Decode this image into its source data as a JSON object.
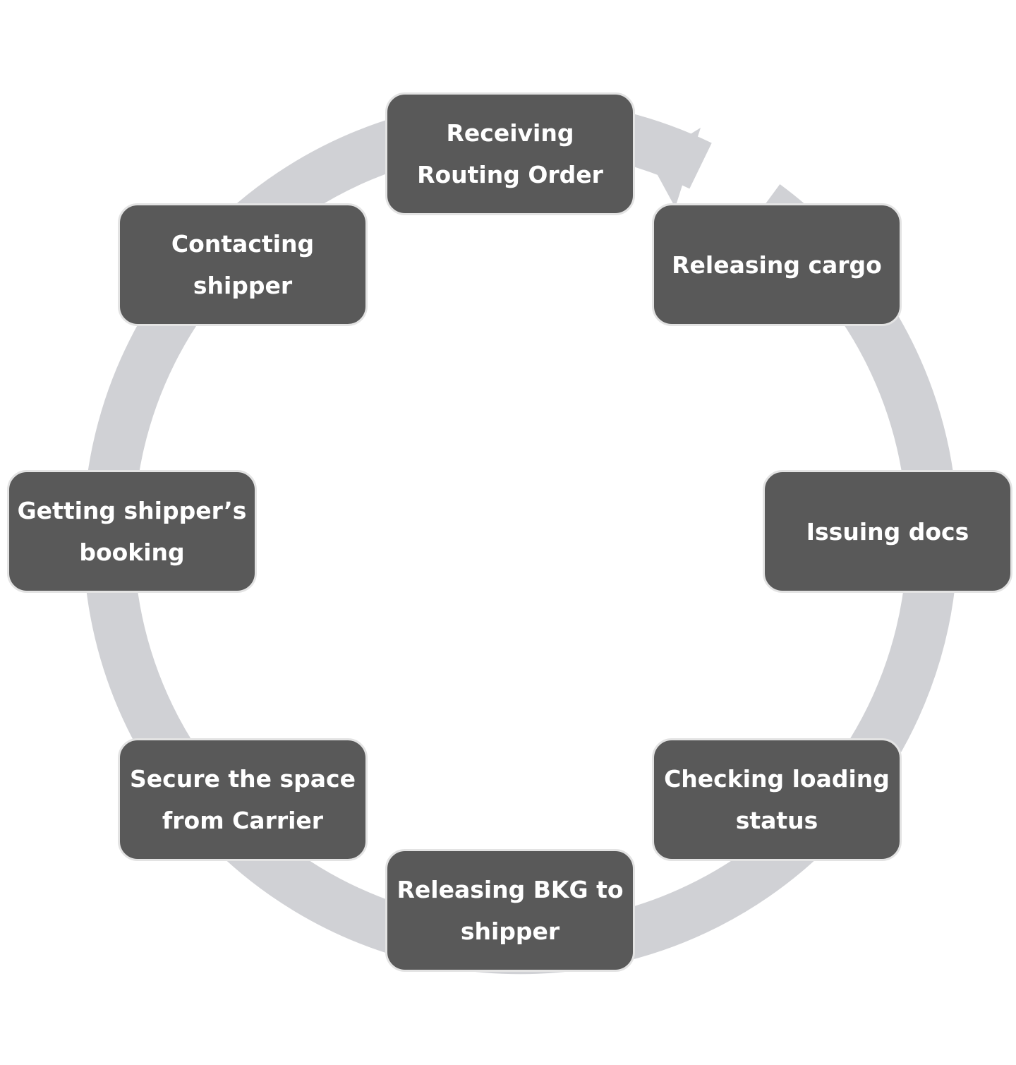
{
  "diagram": {
    "type": "cycle",
    "direction": "clockwise",
    "ring_color": "#d0d1d5",
    "box_fill": "#595959",
    "box_border": "#e3e3e3",
    "text_color": "#ffffff",
    "steps": [
      {
        "id": "receiving-routing-order",
        "label": "Receiving\nRouting Order"
      },
      {
        "id": "releasing-cargo",
        "label": "Releasing cargo"
      },
      {
        "id": "issuing-docs",
        "label": "Issuing docs"
      },
      {
        "id": "checking-loading-status",
        "label": "Checking loading\nstatus"
      },
      {
        "id": "releasing-bkg-to-shipper",
        "label": "Releasing BKG to\nshipper"
      },
      {
        "id": "secure-space-from-carrier",
        "label": "Secure the space\nfrom Carrier"
      },
      {
        "id": "getting-shippers-booking",
        "label": "Getting shipper’s\nbooking"
      },
      {
        "id": "contacting-shipper",
        "label": "Contacting\nshipper"
      }
    ]
  }
}
